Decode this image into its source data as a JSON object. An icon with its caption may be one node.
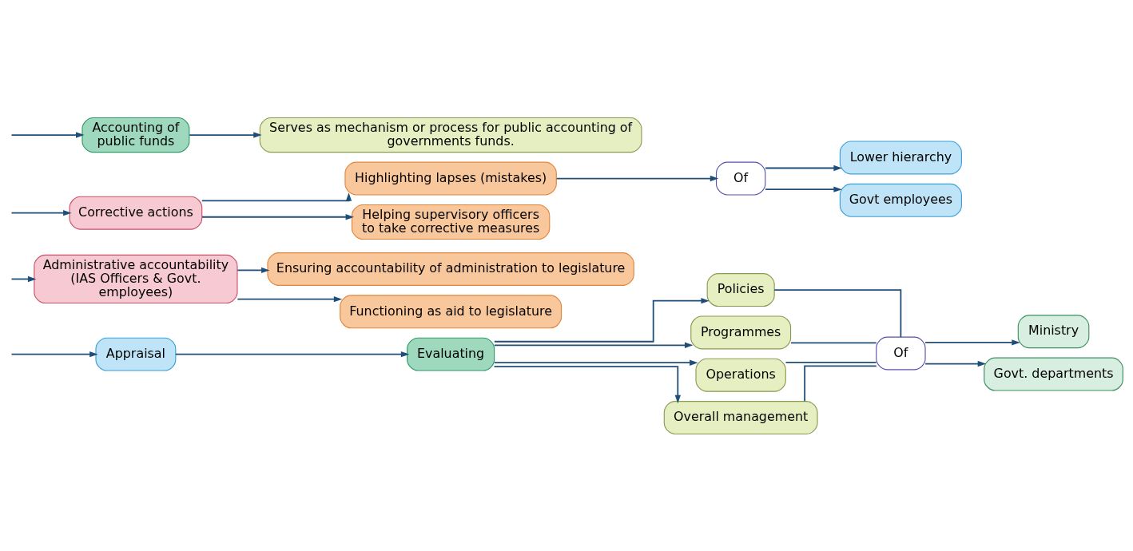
{
  "diagram": {
    "nodes": [
      {
        "text": [
          "Appraisal"
        ]
      },
      {
        "text": [
          "Evaluating"
        ]
      },
      {
        "text": [
          "Policies"
        ]
      },
      {
        "text": [
          "Programmes"
        ]
      },
      {
        "text": [
          "Operations"
        ]
      },
      {
        "text": [
          "Overall management"
        ]
      },
      {
        "text": [
          "Of"
        ]
      },
      {
        "text": [
          "Ministry"
        ]
      },
      {
        "text": [
          "Govt. departments"
        ]
      },
      {
        "text": [
          "Administrative accountability (IAS Officers & Govt. employees)"
        ]
      },
      {
        "text": [
          "Ensuring accountability of administration to legislature"
        ]
      },
      {
        "text": [
          "Functioning as aid to legislature"
        ]
      },
      {
        "text": [
          "Corrective actions"
        ]
      },
      {
        "text": [
          "Highlighting lapses (mistakes)"
        ]
      },
      {
        "text": [
          "Helping supervisory officers to take corrective measures"
        ]
      },
      {
        "text": [
          "Of"
        ]
      },
      {
        "text": [
          "Lower hierarchy"
        ]
      },
      {
        "text": [
          "Govt employees"
        ]
      },
      {
        "text": [
          "Accounting of public funds"
        ]
      },
      {
        "text": [
          "Serves as mechanism or process for public accounting of governments funds."
        ]
      }
    ],
    "edges": [
      {
        "from": null,
        "to": 0,
        "arrow": "to"
      },
      {
        "from": null,
        "to": 9,
        "arrow": "to"
      },
      {
        "from": null,
        "to": 12,
        "arrow": "to"
      },
      {
        "from": null,
        "to": 18,
        "arrow": "to"
      },
      {
        "from": 0,
        "to": 1,
        "arrow": "to"
      },
      {
        "from": 1,
        "to": 2,
        "arrow": "to"
      },
      {
        "from": 1,
        "to": 3,
        "arrow": "to"
      },
      {
        "from": 1,
        "to": 4,
        "arrow": "to"
      },
      {
        "from": 1,
        "to": 5,
        "arrow": "to"
      },
      {
        "from": 2,
        "to": 6,
        "arrow": "none"
      },
      {
        "from": 3,
        "to": 6,
        "arrow": "none"
      },
      {
        "from": 4,
        "to": 6,
        "arrow": "none"
      },
      {
        "from": 5,
        "to": 6,
        "arrow": "none"
      },
      {
        "from": 6,
        "to": 7,
        "arrow": "to"
      },
      {
        "from": 6,
        "to": 8,
        "arrow": "to"
      },
      {
        "from": 9,
        "to": 10,
        "arrow": "to"
      },
      {
        "from": 9,
        "to": 11,
        "arrow": "to"
      },
      {
        "from": 12,
        "to": 13,
        "arrow": "to"
      },
      {
        "from": 12,
        "to": 14,
        "arrow": "to"
      },
      {
        "from": 13,
        "to": 15,
        "arrow": "to"
      },
      {
        "from": 15,
        "to": 16,
        "arrow": "to"
      },
      {
        "from": 15,
        "to": 17,
        "arrow": "to"
      },
      {
        "from": 18,
        "to": 19,
        "arrow": "to"
      }
    ]
  }
}
